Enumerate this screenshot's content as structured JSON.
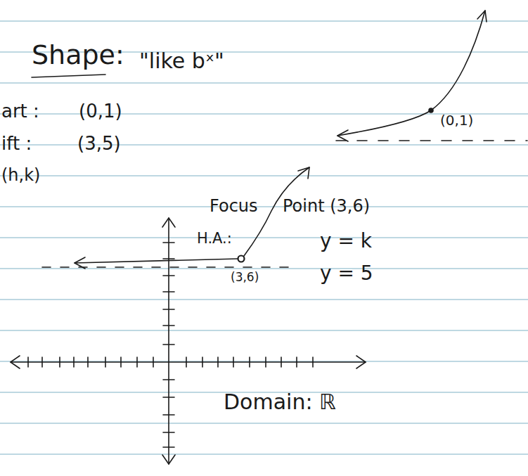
{
  "diagram": {
    "labels": [
      "Shape:",
      "\"like bˣ\"",
      "art :",
      "(0,1)",
      "(0,1)",
      "ift :",
      "(3,5)",
      "(h,k)",
      "Focus",
      "Point (3,6)",
      "H.A.:",
      "y = k",
      "y = 5",
      "(3,6)",
      "Domain: ℝ"
    ]
  }
}
